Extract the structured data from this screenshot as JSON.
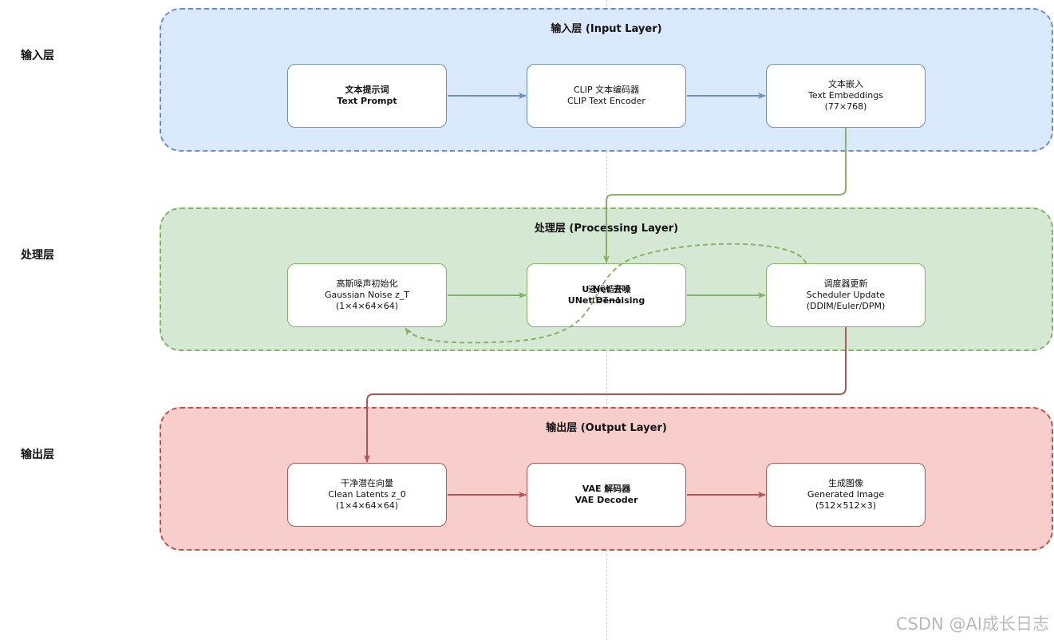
{
  "side_labels": {
    "input": "输入层",
    "processing": "处理层",
    "output": "输出层"
  },
  "layers": {
    "input": {
      "title": "输入层 (Input Layer)"
    },
    "processing": {
      "title": "处理层 (Processing Layer)"
    },
    "output": {
      "title": "输出层 (Output Layer)"
    }
  },
  "nodes": {
    "text_prompt": {
      "line1": "文本提示词",
      "line2": "Text Prompt"
    },
    "clip_encoder": {
      "line1": "CLIP 文本编码器",
      "line2": "CLIP Text Encoder"
    },
    "text_embeddings": {
      "line1": "文本嵌入",
      "line2": "Text Embeddings",
      "line3": "(77×768)"
    },
    "gaussian_noise": {
      "line1": "高斯噪声初始化",
      "line2": "Gaussian Noise z_T",
      "line3": "(1×4×64×64)"
    },
    "unet": {
      "line1": "U-Net 去噪",
      "line2": "UNet Denoising"
    },
    "scheduler": {
      "line1": "调度器更新",
      "line2": "Scheduler Update",
      "line3": "(DDIM/Euler/DPM)"
    },
    "clean_latents": {
      "line1": "干净潜在向量",
      "line2": "Clean Latents z_0",
      "line3": "(1×4×64×64)"
    },
    "vae_decoder": {
      "line1": "VAE 解码器",
      "line2": "VAE Decoder"
    },
    "generated_image": {
      "line1": "生成图像",
      "line2": "Generated Image",
      "line3": "(512×512×3)"
    }
  },
  "loop_edge": {
    "line1": "迭代循环",
    "line2": "t=T→1"
  },
  "colors": {
    "input_fill": "#dae8fc",
    "input_stroke": "#6c8ebf",
    "processing_fill": "#d5e8d4",
    "processing_stroke": "#82b366",
    "output_fill": "#f8cecc",
    "output_stroke": "#b85450"
  },
  "watermark": "CSDN @AI成长日志"
}
